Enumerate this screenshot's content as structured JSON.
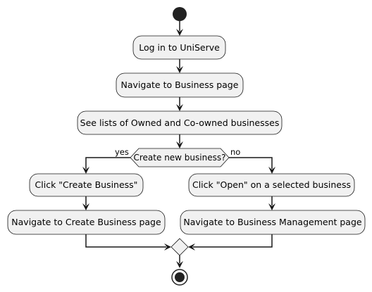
{
  "diagram": {
    "type": "activity",
    "nodes": {
      "login": "Log in to UniServe",
      "nav_business": "Navigate to Business page",
      "see_lists": "See lists of Owned and Co-owned businesses",
      "decision": "Create new business?",
      "click_create": "Click \"Create Business\"",
      "nav_create": "Navigate to Create Business page",
      "click_open": "Click \"Open\" on a selected business",
      "nav_manage": "Navigate to Business Management page"
    },
    "branch_labels": {
      "yes": "yes",
      "no": "no"
    },
    "colors": {
      "node_fill": "#f1f1f1",
      "stroke": "#181818",
      "start_end": "#222222"
    }
  }
}
